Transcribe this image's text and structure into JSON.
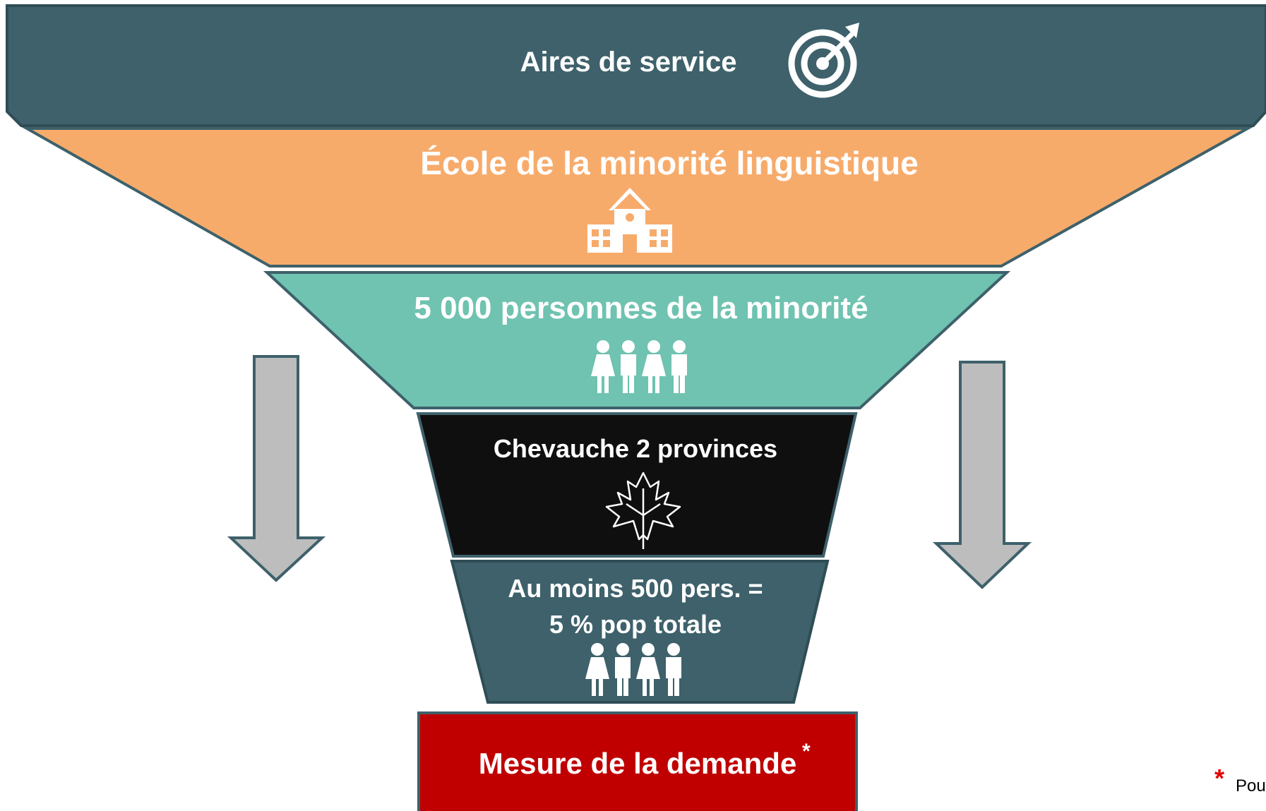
{
  "funnel": {
    "levels": [
      {
        "label": "Aires de service",
        "icon": "target-icon",
        "color": "#3e616b"
      },
      {
        "label": "École de la minorité linguistique",
        "icon": "school-icon",
        "color": "#f7ab6b"
      },
      {
        "label": "5 000 personnes de la minorité",
        "icon": "people-icon",
        "color": "#6fc3b0"
      },
      {
        "label": "Chevauche 2 provinces",
        "icon": "maple-leaf-icon",
        "color": "#0f0f0f"
      },
      {
        "label_line1": "Au moins 500 pers. =",
        "label_line2": "5 % pop totale",
        "icon": "people-icon",
        "color": "#3e616b"
      },
      {
        "label": "Mesure de la demande",
        "asterisk": "*",
        "color": "#c00000"
      }
    ]
  },
  "arrows": {
    "color": "#bdbdbd"
  },
  "footnote": {
    "asterisk": "*",
    "text": "Pou"
  }
}
